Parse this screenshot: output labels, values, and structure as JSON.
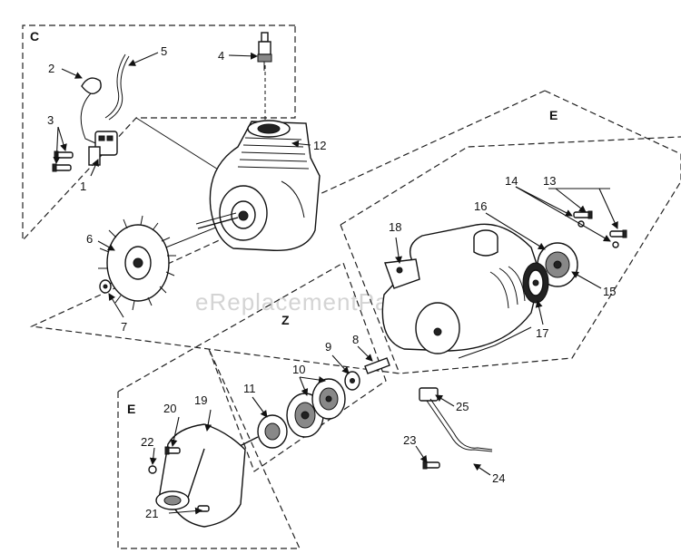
{
  "watermark": "eReplacementParts.com",
  "sections": [
    "C",
    "E",
    "Z",
    "E"
  ],
  "callouts": [
    "1",
    "2",
    "3",
    "4",
    "5",
    "6",
    "7",
    "8",
    "9",
    "10",
    "11",
    "12",
    "13",
    "14",
    "15",
    "16",
    "17",
    "18",
    "19",
    "20",
    "21",
    "22",
    "23",
    "24",
    "25"
  ]
}
